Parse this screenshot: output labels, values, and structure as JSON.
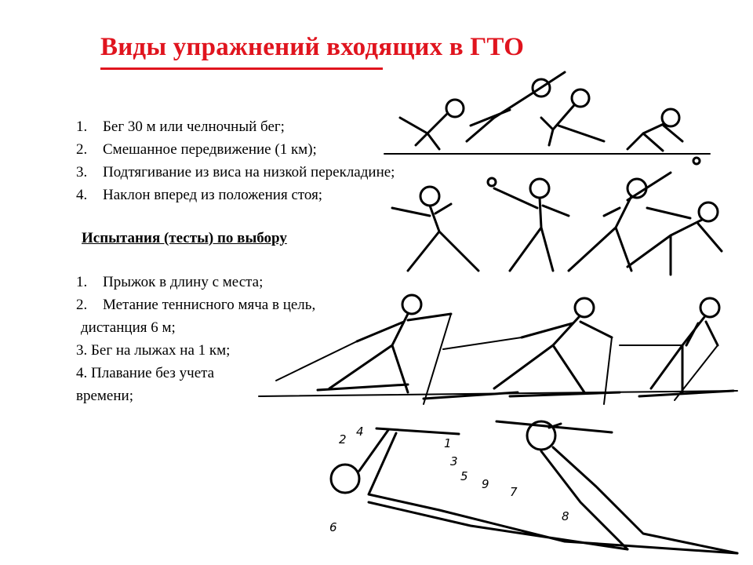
{
  "title": "Виды упражнений входящих в ГТО",
  "required_list": [
    {
      "num": "1.",
      "text": "Бег 30 м или челночный бег;"
    },
    {
      "num": "2.",
      "text": "Смешанное передвижение (1 км);"
    },
    {
      "num": "3.",
      "text": "Подтягивание из виса на низкой перекладине;"
    },
    {
      "num": "4.",
      "text": "Наклон вперед из положения стоя;"
    }
  ],
  "optional_heading": "Испытания (тесты) по выбору",
  "optional_list": [
    {
      "num": "1.",
      "text": "Прыжок в длину с места;"
    },
    {
      "num": "2.",
      "text": "Метание теннисного мяча в цель,"
    }
  ],
  "optional_extra": {
    "distance": "дистанция 6 м;",
    "ski": "3. Бег на лыжах на 1 км;",
    "swim1": "4. Плавание без учета",
    "swim2": "времени;"
  },
  "muscle_labels": [
    "1",
    "2",
    "3",
    "4",
    "5",
    "6",
    "7",
    "8",
    "9"
  ]
}
